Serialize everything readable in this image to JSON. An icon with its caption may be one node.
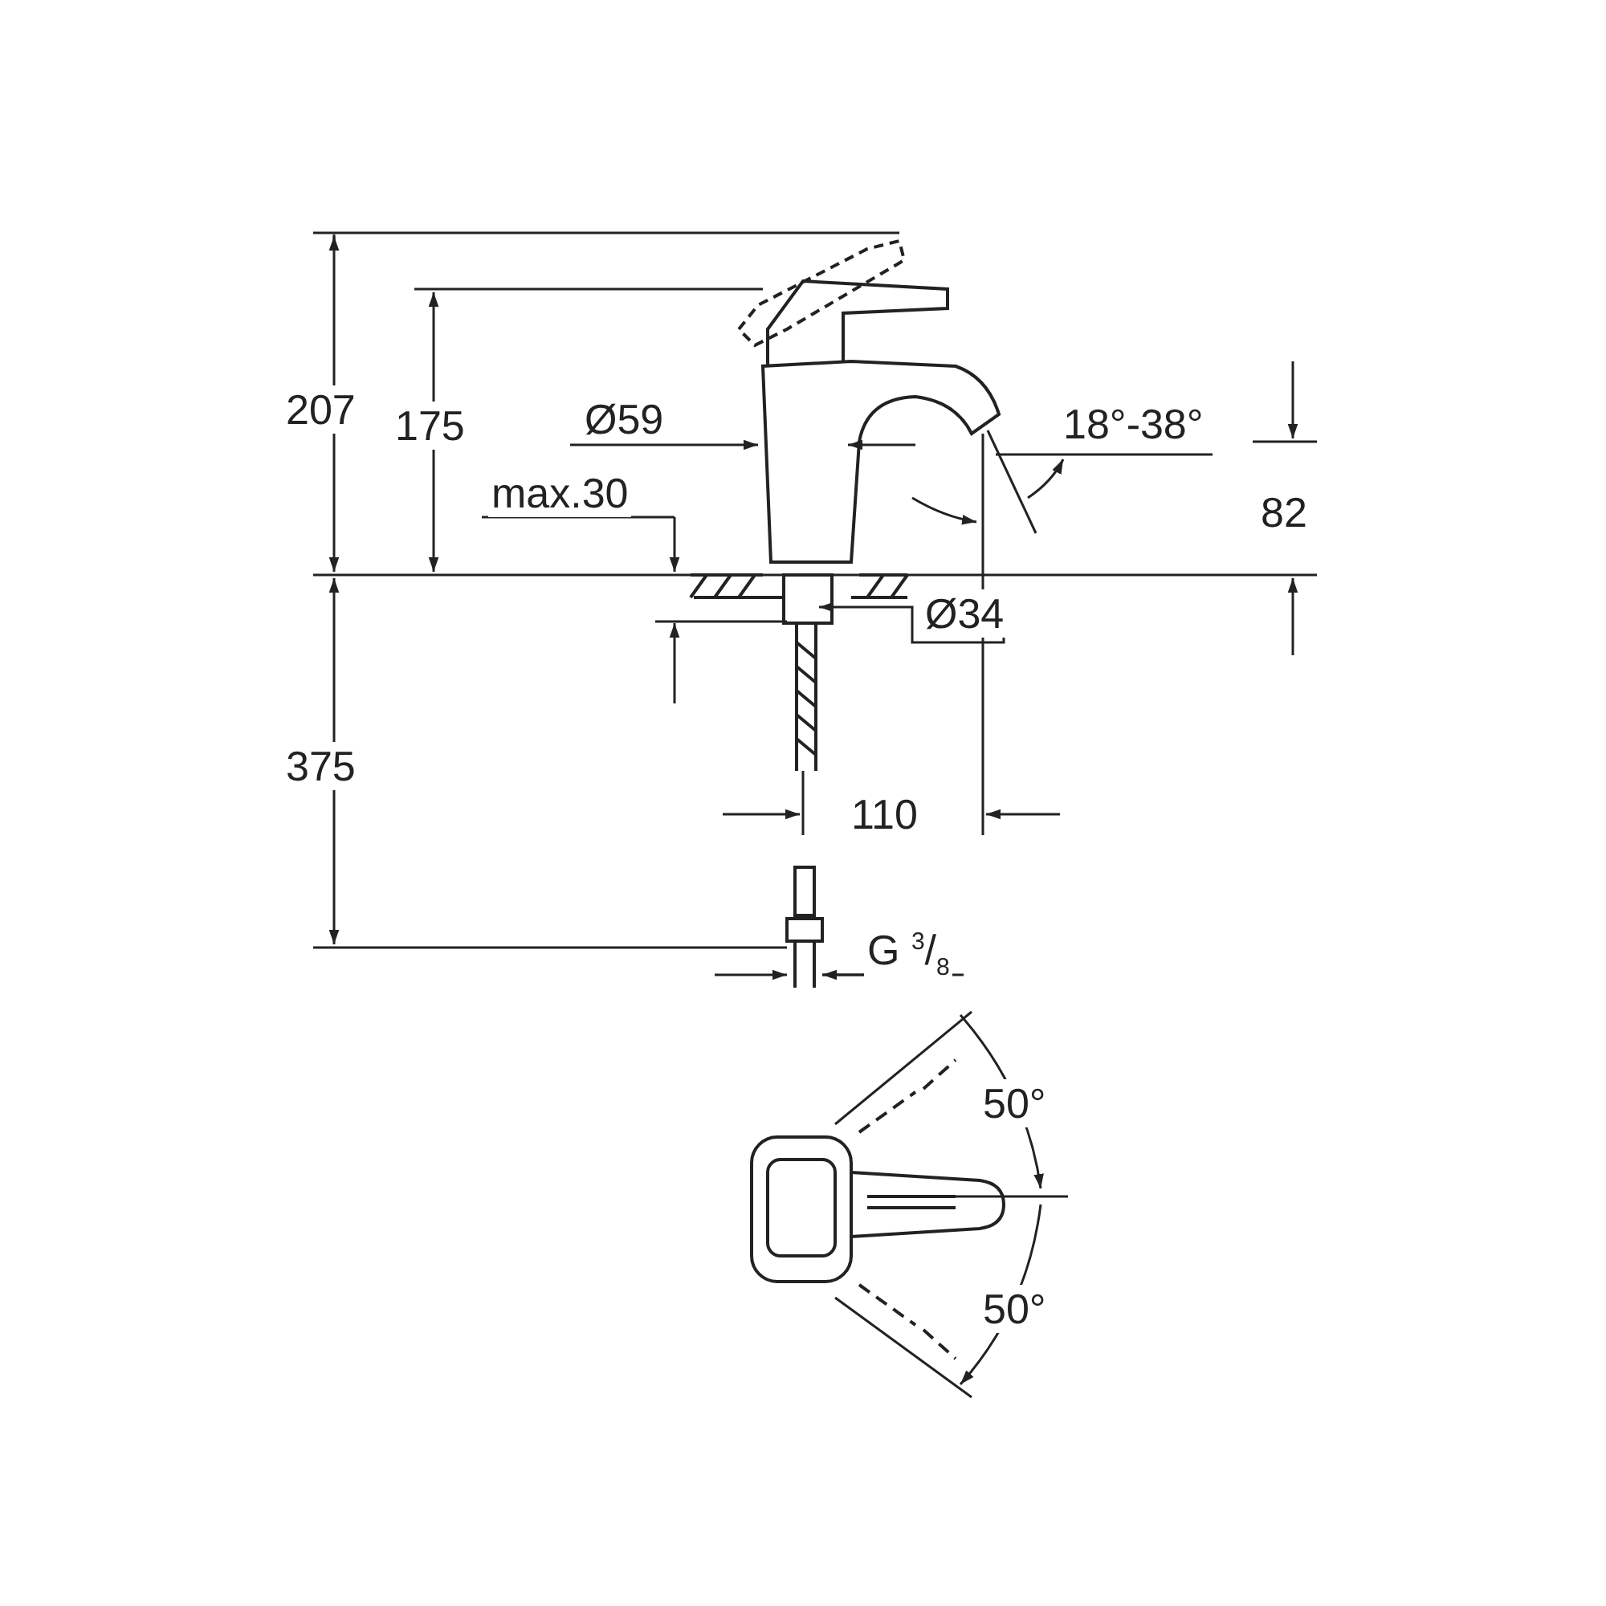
{
  "diagram": {
    "labels": [
      "207",
      "175",
      "Ø59",
      "max.30",
      "18°-38°",
      "82",
      "Ø34",
      "375",
      "110",
      "G $^{3}$/$_{8}$",
      "50°",
      "50°"
    ]
  }
}
